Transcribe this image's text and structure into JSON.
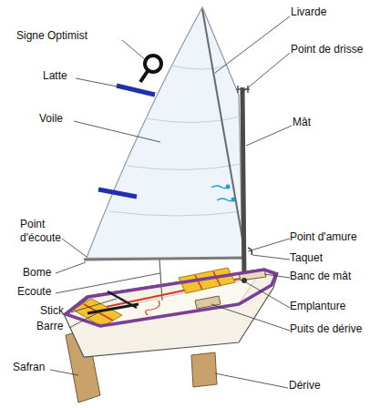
{
  "diagram": {
    "labels": [
      "Livarde",
      "Signe Optimist",
      "Point de drisse",
      "Latte",
      "Voile",
      "Mât",
      "Point d'écoute",
      "Point d'amure",
      "Taquet",
      "Bome",
      "Banc de mât",
      "Ecoute",
      "Emplanture",
      "Stick",
      "Barre",
      "Puits de dérive",
      "Safran",
      "Dérive"
    ]
  }
}
